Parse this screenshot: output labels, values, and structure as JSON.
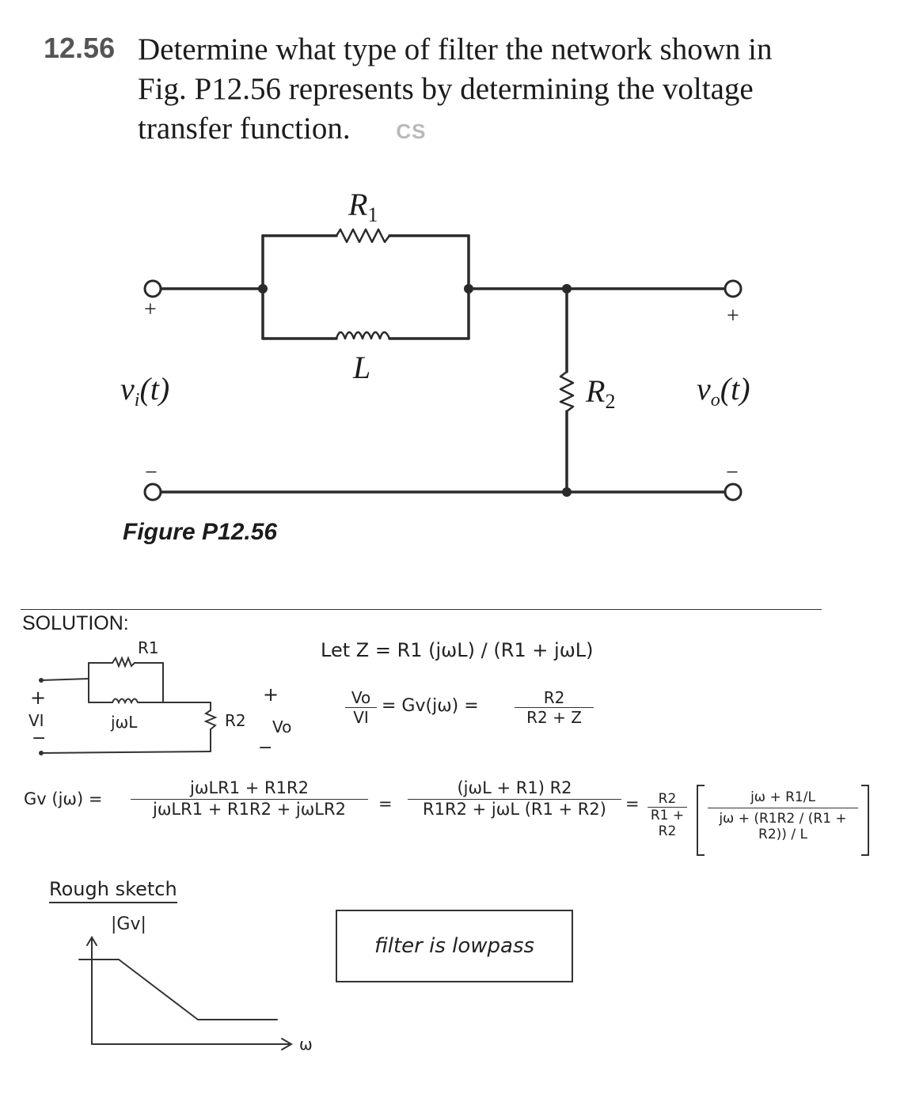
{
  "problem": {
    "number": "12.56",
    "line1": "Determine what type of filter the network shown in",
    "line2": "Fig. P12.56 represents by determining the voltage",
    "line3": "transfer function.",
    "badge": "CS"
  },
  "figure": {
    "caption": "Figure P12.56",
    "r1_label": "R",
    "r1_sub": "1",
    "l_label": "L",
    "r2_label": "R",
    "r2_sub": "2",
    "vi_label": "v",
    "vi_sub": "i",
    "vi_arg": "(t)",
    "vo_label": "v",
    "vo_sub": "o",
    "vo_arg": "(t)",
    "plus": "+",
    "minus": "−"
  },
  "solution": {
    "heading": "SOLUTION:",
    "sketch_r1": "R1",
    "sketch_jwl": "jωL",
    "sketch_r2": "R2",
    "sketch_vi": "VI",
    "sketch_vo": "Vo",
    "let_z": "Let Z = R1 (jωL) / (R1 + jωL)",
    "ratio_num": "Vo",
    "ratio_den": "VI",
    "gv_eq": "= Gv(jω) =",
    "r2_frac_num": "R2",
    "r2_frac_den": "R2 + Z",
    "gv_label": "Gv (jω) =",
    "f1_num": "jωLR1 + R1R2",
    "f1_den": "jωLR1 + R1R2 + jωLR2",
    "f2_num": "(jωL + R1) R2",
    "f2_den": "R1R2 + jωL (R1 + R2)",
    "f3_pre_num": "R2",
    "f3_pre_den": "R1 + R2",
    "f3_num": "jω + R1/L",
    "f3_den": "jω + (R1R2 / (R1 + R2)) / L",
    "rough_sketch": "Rough sketch",
    "gv_mag": "|Gv|",
    "omega": "ω",
    "conclusion": "filter is lowpass",
    "equals": "="
  }
}
